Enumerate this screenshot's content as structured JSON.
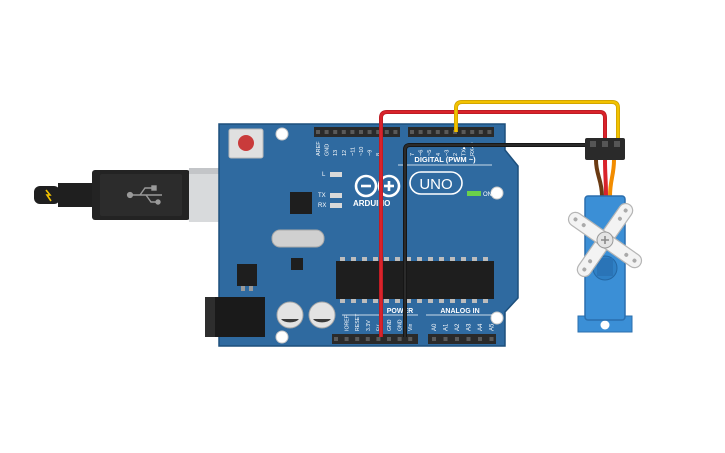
{
  "board": {
    "name": "UNO",
    "brand": "ARDUINO",
    "digital_header_label": "DIGITAL (PWM ~)",
    "power_label": "POWER",
    "analog_label": "ANALOG IN",
    "on_label": "ON",
    "led_l": "L",
    "led_tx": "TX",
    "led_rx": "RX",
    "top_pins": [
      "AREF",
      "GND",
      "13",
      "12",
      "~11",
      "~10",
      "~9",
      "8",
      "7",
      "~6",
      "~5",
      "4",
      "~3",
      "2",
      "TX▸1",
      "RX◂0"
    ],
    "power_pins": [
      "IOREF",
      "RESET",
      "3.3V",
      "5V",
      "GND",
      "GND",
      "Vin"
    ],
    "analog_pins": [
      "A0",
      "A1",
      "A2",
      "A3",
      "A4",
      "A5"
    ]
  },
  "wires": {
    "signal_color": "#f2c200",
    "power_color": "#d9232b",
    "ground_color": "#2b2b2b"
  },
  "colors": {
    "board": "#2f6aa0",
    "board_edge": "#1d4f7c",
    "header": "#2a2a2a",
    "servo": "#3b8fd6",
    "usb_body": "#1f1f1f",
    "usb_metal": "#d8dadc"
  }
}
